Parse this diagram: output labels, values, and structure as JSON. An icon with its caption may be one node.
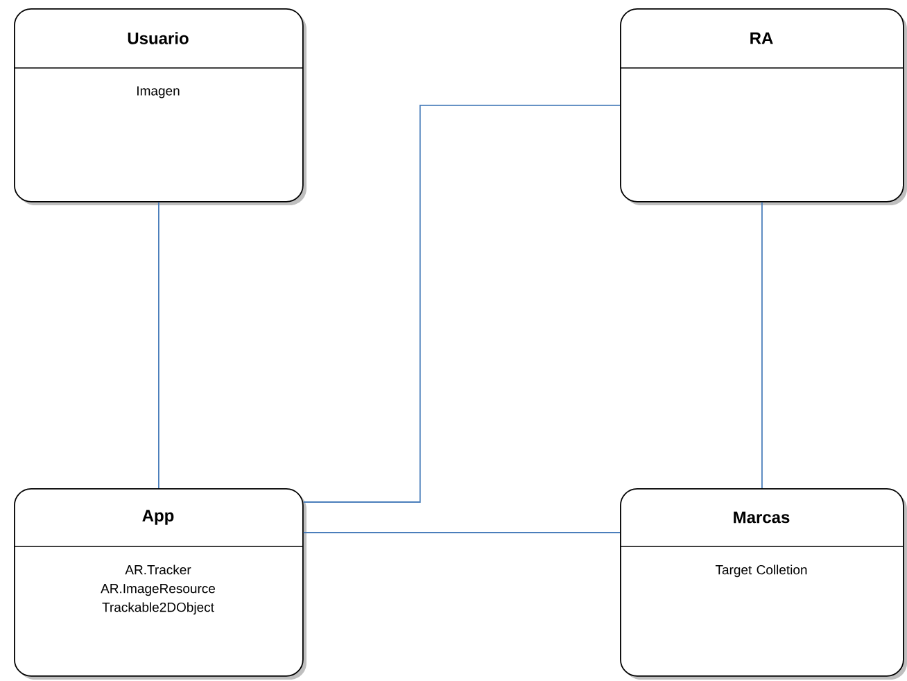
{
  "diagram": {
    "nodes": [
      {
        "text": [
          "Usuario",
          "Imagen"
        ]
      },
      {
        "text": [
          "RA"
        ]
      },
      {
        "text": [
          "App",
          "AR.Tracker AR.ImageResource Trackable2DObject"
        ]
      },
      {
        "text": [
          "Marcas",
          "Target Colletion"
        ]
      }
    ],
    "edges": [
      {
        "from": 0,
        "to": 2,
        "arrow": "none"
      },
      {
        "from": 2,
        "to": 1,
        "arrow": "none"
      },
      {
        "from": 1,
        "to": 3,
        "arrow": "none"
      },
      {
        "from": 2,
        "to": 3,
        "arrow": "none"
      }
    ]
  }
}
